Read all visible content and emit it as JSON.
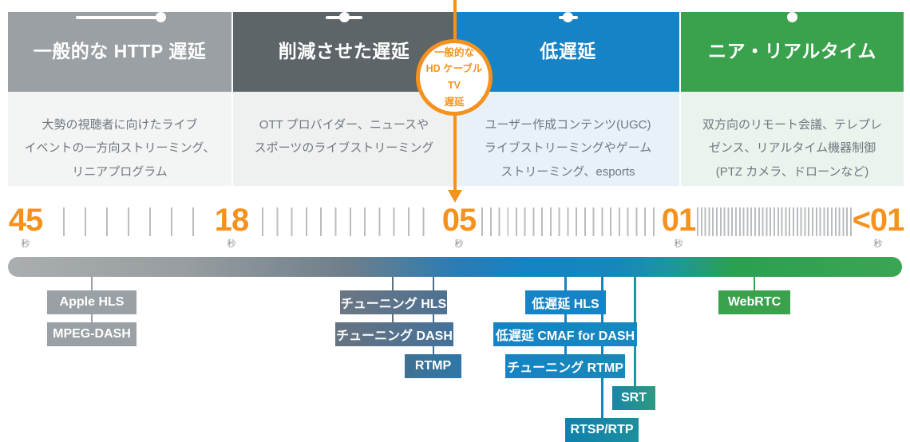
{
  "columns": [
    {
      "title": "一般的な HTTP 遅延",
      "desc": [
        "大勢の視聴者に向けたライブ",
        "イベントの一方向ストリーミング、",
        "リニアプログラム"
      ],
      "header_color": "#9aa0a3"
    },
    {
      "title": "削減させた遅延",
      "desc": [
        "OTT プロバイダー、ニュースや",
        "スポーツのライブストリーミング"
      ],
      "header_color": "#5e6569"
    },
    {
      "title": "低遅延",
      "desc": [
        "ユーザー作成コンテンツ(UGC)",
        "ライブストリーミングやゲーム",
        "ストリーミング、esports"
      ],
      "header_color": "#1583c5"
    },
    {
      "title": "ニア・リアルタイム",
      "desc": [
        "双方向のリモート会議、テレプレ",
        "ゼンス、リアルタイム機器制御",
        "(PTZ カメラ、ドローンなど)"
      ],
      "header_color": "#3aa24c"
    }
  ],
  "badge": {
    "lines": [
      "一般的な",
      "HD ケーブル TV",
      "遅延"
    ],
    "color": "#f5921e"
  },
  "timeline": {
    "unit": "秒",
    "markers": [
      "45",
      "18",
      "05",
      "01",
      "<01"
    ]
  },
  "protocols": {
    "apple_hls": "Apple HLS",
    "mpeg_dash": "MPEG-DASH",
    "tuned_hls": "チューニング HLS",
    "tuned_dash": "チューニング DASH",
    "rtmp": "RTMP",
    "ll_hls": "低遅延 HLS",
    "ll_cmaf": "低遅延 CMAF for DASH",
    "tuned_rtmp": "チューニング RTMP",
    "srt": "SRT",
    "rtsp_rtp": "RTSP/RTP",
    "webrtc": "WebRTC"
  },
  "colors": {
    "accent_orange": "#f5921e",
    "gray": "#9aa0a3",
    "dark_gray": "#5e6569",
    "blue": "#1583c5",
    "teal": "#1e93a2",
    "green": "#3aa24c",
    "slate": "#53697c"
  }
}
